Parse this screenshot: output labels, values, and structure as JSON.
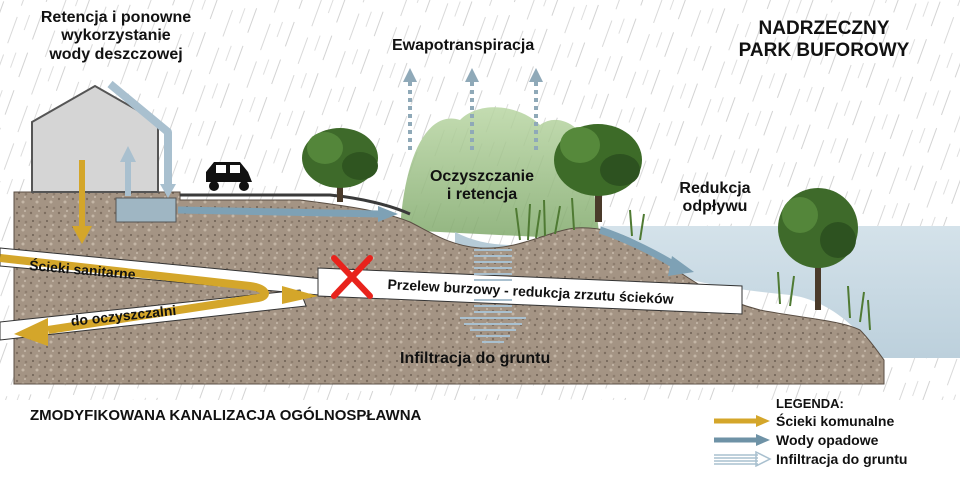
{
  "labels": {
    "retention": [
      "Retencja i ponowne",
      "wykorzystanie",
      "wody deszczowej"
    ],
    "evapotranspiration": "Ewapotranspiracja",
    "park": [
      "NADRZECZNY",
      "PARK BUFOROWY"
    ],
    "cleaning": [
      "Oczyszczanie",
      "i retencja"
    ],
    "runoff": [
      "Redukcja",
      "odpływu"
    ],
    "sanitary": "Ścieki sanitarne",
    "to_plant": "do oczyszczalni",
    "overflow": "Przelew burzowy - redukcja zrzutu ścieków",
    "infiltration": "Infiltracja do gruntu",
    "footer": "ZMODYFIKOWANA KANALIZACJA OGÓLNOSPŁAWNA"
  },
  "legend": {
    "title": "LEGENDA:",
    "items": [
      {
        "label": "Ścieki komunalne",
        "color": "#d4a62a"
      },
      {
        "label": "Wody opadowe",
        "color": "#6e92a6"
      },
      {
        "label": "Infiltracja do gruntu",
        "color": "#a9c0cf"
      }
    ]
  },
  "colors": {
    "soil": "#a39383",
    "water": "#c9d9e2",
    "storm_arrow": "#7ea1b5",
    "sewage_arrow": "#d4a62a",
    "cross": "#e8231c"
  }
}
